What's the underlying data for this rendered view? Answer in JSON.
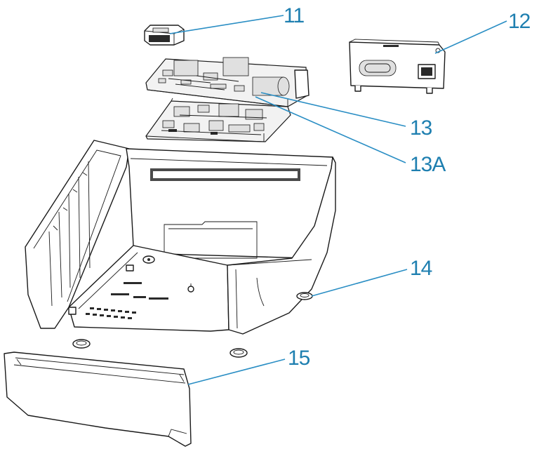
{
  "callouts": {
    "c11": "11",
    "c12": "12",
    "c13": "13",
    "c13a": "13A",
    "c14": "14",
    "c15": "15"
  },
  "colors": {
    "callout": "#1e7fb0",
    "leader": "#2a8ec4",
    "linework": "#1a1a1a"
  }
}
